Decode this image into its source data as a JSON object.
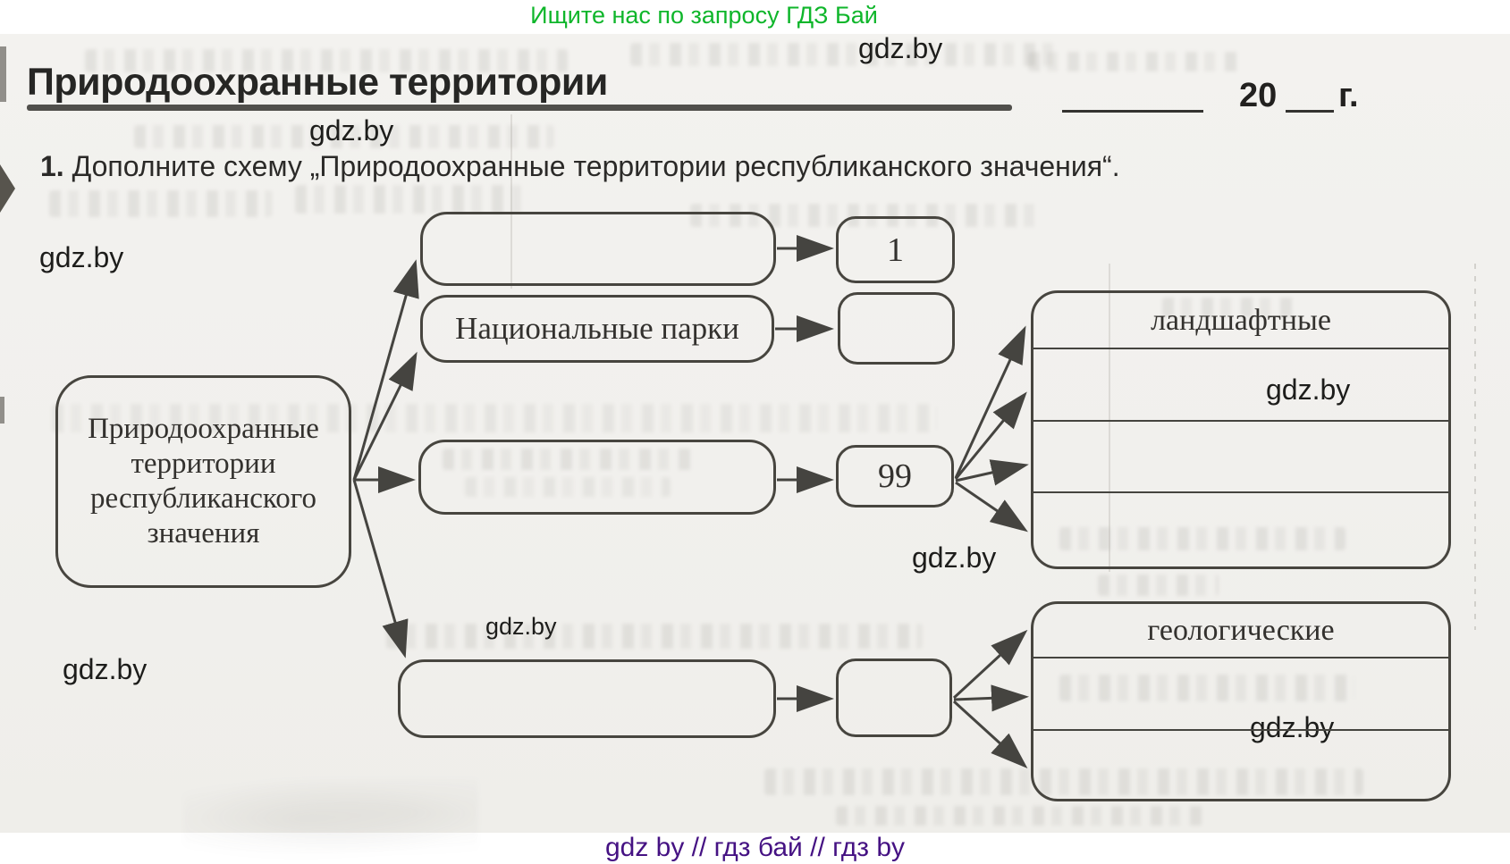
{
  "colors": {
    "promo_green": "#0fb62b",
    "footer_purple": "#451283",
    "ink": "#2c2b29",
    "box_border": "#47453f"
  },
  "promo_banner": {
    "text": "Ищите нас по запросу ГДЗ Бай"
  },
  "watermark": "gdz.by",
  "page": {
    "title": "Природоохранные территории",
    "year_value": "20",
    "year_unit": "г.",
    "task_number": "1.",
    "task_text": " Дополните схему „Природоохранные территории республиканского значения“."
  },
  "diagram": {
    "root_label": "Природоохранные территории республиканского значения",
    "nodes": [
      {
        "label": "",
        "count": "1"
      },
      {
        "label": "Национальные парки",
        "count": ""
      },
      {
        "label": "",
        "count": "99"
      },
      {
        "label": "",
        "count": ""
      }
    ],
    "categories": [
      {
        "header": "ландшафтные",
        "blank_rows": 3
      },
      {
        "header": "геологические",
        "blank_rows": 2
      }
    ]
  },
  "footer": {
    "text": "gdz by  //  гдз бай  //  гдз by"
  }
}
